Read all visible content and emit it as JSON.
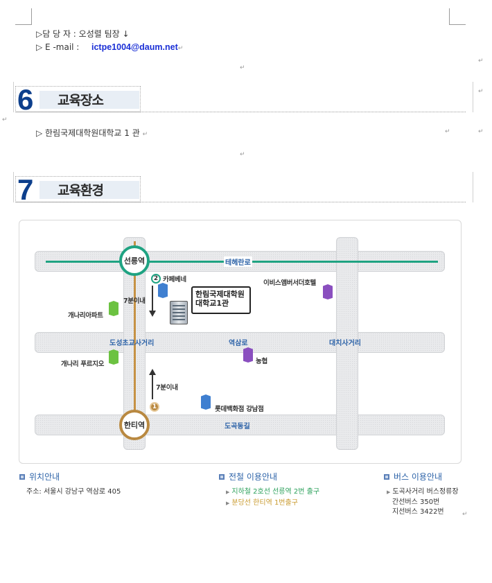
{
  "contact": {
    "manager_label": "▷담 당 자 : 오성렬 팀장 ↓",
    "email_label": "▷ E -mail :",
    "email_value": "ictpe1004@daum.net"
  },
  "section6": {
    "number": "6",
    "title": "교육장소",
    "content": "▷ 한림국제대학원대학교 1 관"
  },
  "section7": {
    "number": "7",
    "title": "교육환경"
  },
  "map": {
    "stations": {
      "top": "선릉역",
      "bottom": "한티역"
    },
    "roads": {
      "teheran": "테헤란로",
      "doseong": "도성초교사거리",
      "yeoksam": "역삼로",
      "daechi": "대치사거리",
      "dogok": "도곡동길"
    },
    "landmarks": {
      "cafe": "카페베네",
      "cafe_exit": "2",
      "hotel": "이비스앰버서더호텔",
      "apt1": "개나리아파트",
      "apt2": "개나리 푸르지오",
      "bank": "농협",
      "lotte": "롯데백화점 강남점",
      "bottom_exit": "1",
      "walk_top": "7분이내",
      "walk_bottom": "7분이내"
    },
    "callout": {
      "line1": "한림국제대학원",
      "line2": "대학교1관"
    },
    "colors": {
      "line2_green": "#1fa382",
      "bundang_orange": "#c69245",
      "road_label_blue": "#2d63a8"
    }
  },
  "info": {
    "location": {
      "title": "위치안내",
      "address": "주소: 서울시 강남구 역삼로 405"
    },
    "subway": {
      "title": "전철 이용안내",
      "items": [
        "지하철 2호선 선릉역 2번 출구",
        "분당선 한티역 1번출구"
      ]
    },
    "bus": {
      "title": "버스 이용안내",
      "stop": "도곡사거리 버스정류장",
      "lines": [
        "간선버스 350번",
        "지선버스 3422번"
      ]
    }
  },
  "marks": {
    "para": "↵"
  }
}
